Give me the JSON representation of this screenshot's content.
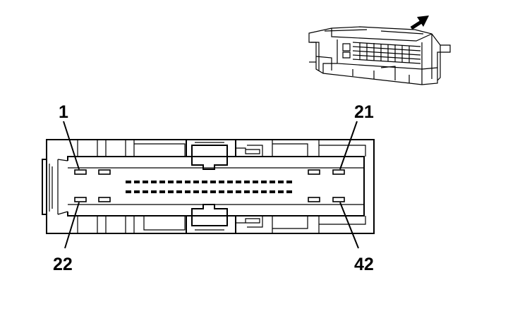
{
  "diagram": {
    "pin_labels": {
      "top_left": "1",
      "top_right": "21",
      "bottom_left": "22",
      "bottom_right": "42"
    },
    "colors": {
      "line": "#000000",
      "background": "#ffffff"
    },
    "icons": [
      "direction-arrow-icon",
      "connector-perspective-icon"
    ]
  }
}
